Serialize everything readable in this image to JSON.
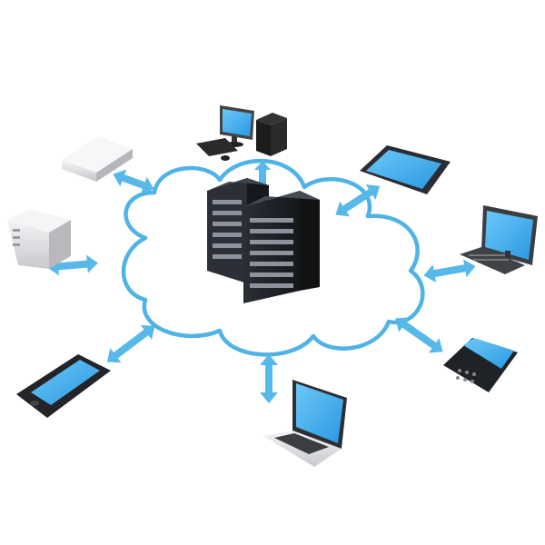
{
  "diagram": {
    "cloud_color": "#4fb3e6",
    "arrow_color": "#59b8ea",
    "screen_color": "#3aa8f0",
    "server_color": "#1e2228",
    "device_color": "#e8e8ea",
    "nodes": [
      {
        "id": "server-rack",
        "icon": "server-rack-icon"
      },
      {
        "id": "desktop-computer",
        "icon": "desktop-computer-icon"
      },
      {
        "id": "tablet",
        "icon": "tablet-icon"
      },
      {
        "id": "monitor-keyboard",
        "icon": "monitor-keyboard-icon"
      },
      {
        "id": "blackberry-phone",
        "icon": "blackberry-phone-icon"
      },
      {
        "id": "laptop",
        "icon": "laptop-icon"
      },
      {
        "id": "smartphone",
        "icon": "smartphone-icon"
      },
      {
        "id": "tower-server",
        "icon": "tower-server-icon"
      },
      {
        "id": "network-appliance",
        "icon": "network-appliance-icon"
      }
    ],
    "connections": [
      {
        "from": "server-rack",
        "to": "desktop-computer"
      },
      {
        "from": "server-rack",
        "to": "tablet"
      },
      {
        "from": "server-rack",
        "to": "monitor-keyboard"
      },
      {
        "from": "server-rack",
        "to": "blackberry-phone"
      },
      {
        "from": "server-rack",
        "to": "laptop"
      },
      {
        "from": "server-rack",
        "to": "smartphone"
      },
      {
        "from": "server-rack",
        "to": "tower-server"
      },
      {
        "from": "server-rack",
        "to": "network-appliance"
      }
    ]
  }
}
